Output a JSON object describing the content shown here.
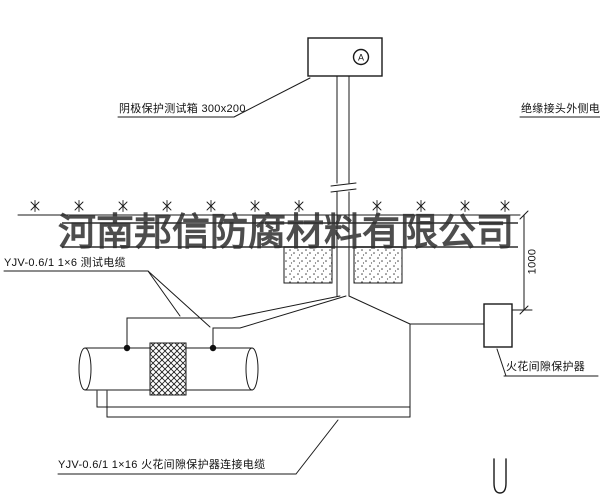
{
  "colors": {
    "line": "#1a1a1a",
    "watermark": "#2e2e2e",
    "background": "#ffffff"
  },
  "watermark": {
    "text": "河南邦信防腐材料有限公司"
  },
  "labels": {
    "test_box": "阴极保护测试箱 300x200",
    "insulation_joint_cable": "绝缘接头外侧电缆",
    "test_cable": "YJV-0.6/1 1×6  测试电缆",
    "spark_gap_protector": "火花间隙保护器",
    "spark_gap_cable": "YJV-0.6/1 1×16  火花间隙保护器连接电缆",
    "ammeter_symbol": "A",
    "dimension_height": "1000"
  }
}
